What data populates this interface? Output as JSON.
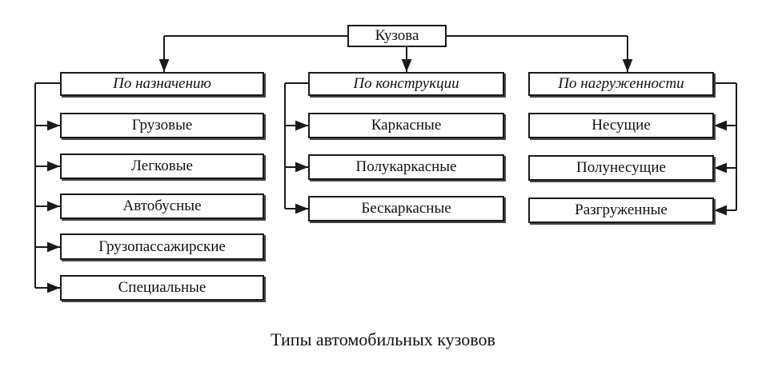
{
  "diagram": {
    "root": "Кузова",
    "categories": [
      {
        "label": "По назначению",
        "items": [
          "Грузовые",
          "Легковые",
          "Автобусные",
          "Грузопассажирские",
          "Специальные"
        ]
      },
      {
        "label": "По конструкции",
        "items": [
          "Каркасные",
          "Полукаркасные",
          "Бескаркасные"
        ]
      },
      {
        "label": "По нагруженности",
        "items": [
          "Несущие",
          "Полунесущие",
          "Разгруженные"
        ]
      }
    ],
    "caption": "Типы автомобильных кузовов"
  }
}
